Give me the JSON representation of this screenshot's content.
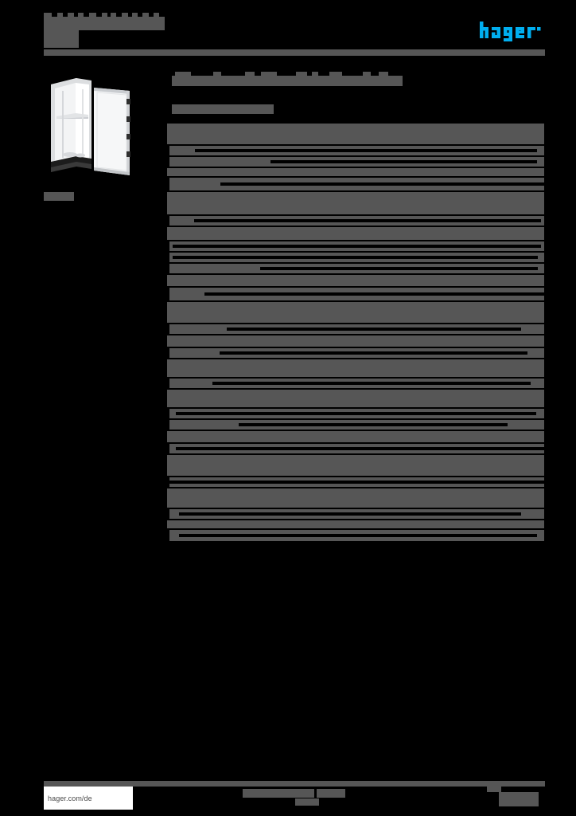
{
  "document": {
    "kind": "product-datasheet",
    "brand": "hager",
    "background_color": "#000000",
    "redaction_color": "#565656",
    "accent_color": "#00AEEF"
  },
  "header": {
    "title_line_1": "",
    "title_line_2": "",
    "logo_text": "hager",
    "logo_icon": "hager-logo"
  },
  "product": {
    "image_alt": "floor-standing-enclosure-cabinet",
    "caption": ""
  },
  "main": {
    "title": "",
    "subtitle": ""
  },
  "spec_table": {
    "rows": [
      {
        "type": "group",
        "height": 26,
        "label": "",
        "value": "",
        "label_w": 30,
        "value_x": 0,
        "value_w": 0,
        "leader_end": 0
      },
      {
        "type": "spec",
        "height": 12,
        "label": "",
        "value": "",
        "label_w": 30,
        "value_x": 35,
        "value_w": 420,
        "leader_end": 465
      },
      {
        "type": "spec",
        "height": 12,
        "label": "",
        "value": "",
        "label_w": 30,
        "value_x": 130,
        "value_w": 325,
        "leader_end": 465
      },
      {
        "type": "group",
        "height": 10,
        "label": "",
        "value": "",
        "label_w": 30,
        "value_x": 0,
        "value_w": 0,
        "leader_end": 0
      },
      {
        "type": "spec",
        "height": 16,
        "label": "",
        "value": "",
        "label_w": 30,
        "value_x": 67,
        "value_w": 407,
        "leader_end": 474
      },
      {
        "type": "group",
        "height": 28,
        "label": "",
        "value": "",
        "label_w": 30,
        "value_x": 0,
        "value_w": 0,
        "leader_end": 0
      },
      {
        "type": "spec",
        "height": 12,
        "label": "",
        "value": "",
        "label_w": 30,
        "value_x": 34,
        "value_w": 400,
        "leader_end": 470
      },
      {
        "type": "group",
        "height": 16,
        "label": "",
        "value": "",
        "label_w": 30,
        "value_x": 0,
        "value_w": 0,
        "leader_end": 0
      },
      {
        "type": "spec",
        "height": 12,
        "label": "",
        "value": "",
        "label_w": 30,
        "value_x": 7,
        "value_w": 450,
        "leader_end": 470
      },
      {
        "type": "spec",
        "height": 12,
        "label": "",
        "value": "",
        "label_w": 30,
        "value_x": 7,
        "value_w": 445,
        "leader_end": 466
      },
      {
        "type": "spec",
        "height": 12,
        "label": "",
        "value": "",
        "label_w": 30,
        "value_x": 117,
        "value_w": 335,
        "leader_end": 466
      },
      {
        "type": "group",
        "height": 14,
        "label": "",
        "value": "",
        "label_w": 30,
        "value_x": 0,
        "value_w": 0,
        "leader_end": 0
      },
      {
        "type": "spec",
        "height": 16,
        "label": "",
        "value": "",
        "label_w": 30,
        "value_x": 47,
        "value_w": 427,
        "leader_end": 474
      },
      {
        "type": "group",
        "height": 26,
        "label": "",
        "value": "",
        "label_w": 30,
        "value_x": 0,
        "value_w": 0,
        "leader_end": 0
      },
      {
        "type": "spec",
        "height": 12,
        "label": "",
        "value": "",
        "label_w": 30,
        "value_x": 75,
        "value_w": 370,
        "leader_end": 445
      },
      {
        "type": "group",
        "height": 14,
        "label": "",
        "value": "",
        "label_w": 30,
        "value_x": 0,
        "value_w": 0,
        "leader_end": 0
      },
      {
        "type": "spec",
        "height": 12,
        "label": "",
        "value": "",
        "label_w": 30,
        "value_x": 66,
        "value_w": 387,
        "leader_end": 453
      },
      {
        "type": "group",
        "height": 22,
        "label": "",
        "value": "",
        "label_w": 30,
        "value_x": 0,
        "value_w": 0,
        "leader_end": 0
      },
      {
        "type": "spec",
        "height": 12,
        "label": "",
        "value": "",
        "label_w": 30,
        "value_x": 57,
        "value_w": 400,
        "leader_end": 457
      },
      {
        "type": "group",
        "height": 22,
        "label": "",
        "value": "",
        "label_w": 30,
        "value_x": 0,
        "value_w": 0,
        "leader_end": 0
      },
      {
        "type": "spec",
        "height": 12,
        "label": "",
        "value": "",
        "label_w": 30,
        "value_x": 11,
        "value_w": 453,
        "leader_end": 464
      },
      {
        "type": "spec",
        "height": 12,
        "label": "",
        "value": "",
        "label_w": 30,
        "value_x": 90,
        "value_w": 338,
        "leader_end": 428
      },
      {
        "type": "group",
        "height": 14,
        "label": "",
        "value": "",
        "label_w": 74,
        "value_x": 0,
        "value_w": 0,
        "leader_end": 0
      },
      {
        "type": "spec",
        "height": 12,
        "label": "",
        "value": "",
        "label_w": 30,
        "value_x": 11,
        "value_w": 463,
        "leader_end": 474
      },
      {
        "type": "group",
        "height": 26,
        "label": "",
        "value": "",
        "label_w": 30,
        "value_x": 0,
        "value_w": 0,
        "leader_end": 0
      },
      {
        "type": "spec",
        "height": 12,
        "label": "",
        "value": "",
        "label_w": 30,
        "value_x": 0,
        "value_w": 474,
        "leader_end": 474
      },
      {
        "type": "group",
        "height": 24,
        "label": "",
        "value": "",
        "label_w": 30,
        "value_x": 0,
        "value_w": 0,
        "leader_end": 0
      },
      {
        "type": "spec",
        "height": 12,
        "label": "",
        "value": "",
        "label_w": 30,
        "value_x": 15,
        "value_w": 430,
        "leader_end": 445
      },
      {
        "type": "group",
        "height": 10,
        "label": "",
        "value": "",
        "label_w": 30,
        "value_x": 0,
        "value_w": 0,
        "leader_end": 0
      },
      {
        "type": "spec",
        "height": 14,
        "label": "",
        "value": "",
        "label_w": 30,
        "value_x": 15,
        "value_w": 450,
        "leader_end": 465
      }
    ]
  },
  "footer": {
    "url": "hager.com/de",
    "center_text_1": "",
    "center_text_2": "",
    "center_text_3": "",
    "page_number": ""
  }
}
